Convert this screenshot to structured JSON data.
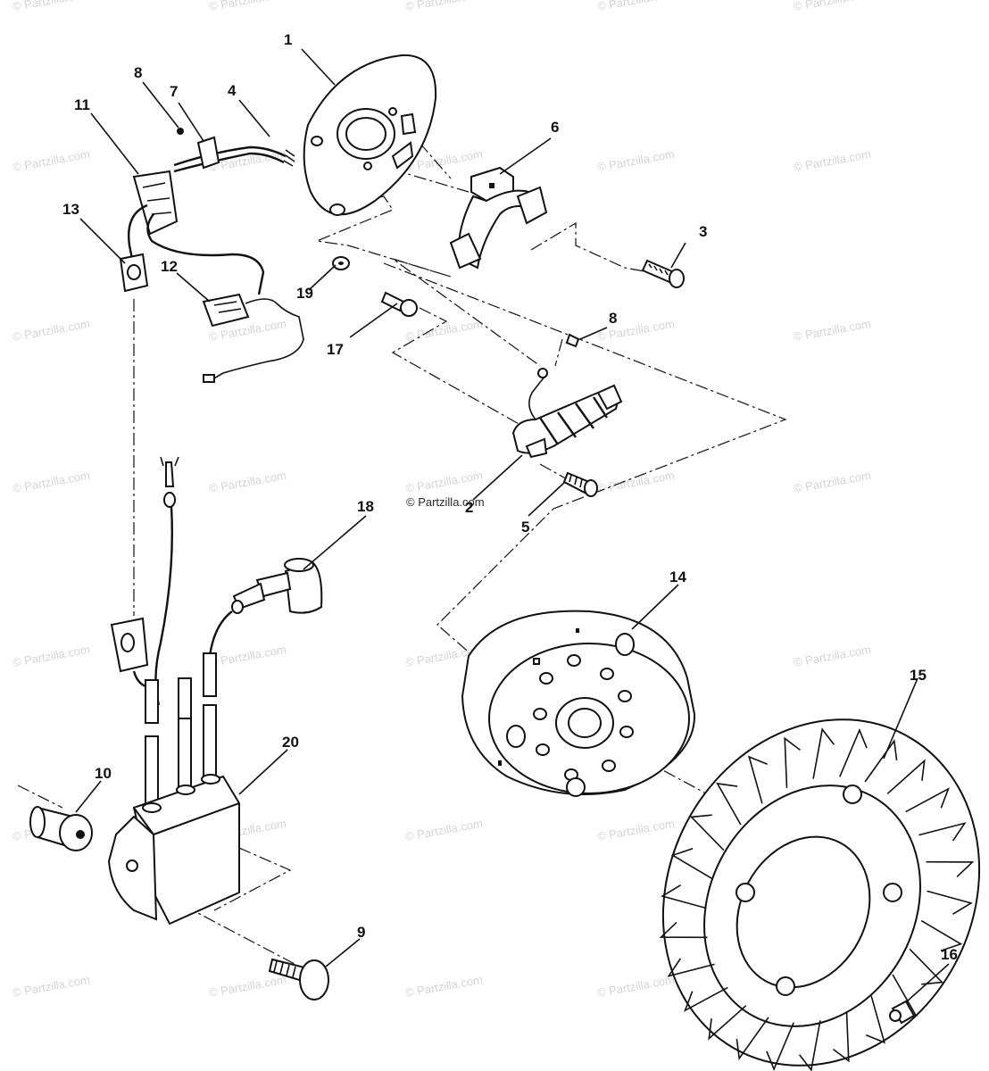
{
  "watermark": {
    "text": "© Partzilla.com",
    "prominent_text": "© Partzilla.com"
  },
  "callouts": [
    {
      "id": "c1",
      "label": "1"
    },
    {
      "id": "c2",
      "label": "2"
    },
    {
      "id": "c3",
      "label": "3"
    },
    {
      "id": "c4",
      "label": "4"
    },
    {
      "id": "c5",
      "label": "5"
    },
    {
      "id": "c6",
      "label": "6"
    },
    {
      "id": "c7",
      "label": "7"
    },
    {
      "id": "c8a",
      "label": "8"
    },
    {
      "id": "c8b",
      "label": "8"
    },
    {
      "id": "c9",
      "label": "9"
    },
    {
      "id": "c10",
      "label": "10"
    },
    {
      "id": "c11",
      "label": "11"
    },
    {
      "id": "c12",
      "label": "12"
    },
    {
      "id": "c13",
      "label": "13"
    },
    {
      "id": "c14",
      "label": "14"
    },
    {
      "id": "c15",
      "label": "15"
    },
    {
      "id": "c16",
      "label": "16"
    },
    {
      "id": "c17",
      "label": "17"
    },
    {
      "id": "c18",
      "label": "18"
    },
    {
      "id": "c19",
      "label": "19"
    },
    {
      "id": "c20",
      "label": "20"
    }
  ]
}
